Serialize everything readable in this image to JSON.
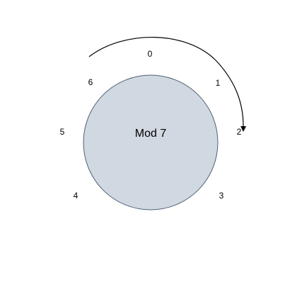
{
  "diagram": {
    "center_label": "Mod 7",
    "numbers": [
      "0",
      "1",
      "2",
      "3",
      "4",
      "5",
      "6"
    ],
    "circle_fill": "#d0d8e1",
    "circle_stroke": "#4f6174",
    "arrow_color": "#000000",
    "arrow_from": "6",
    "arrow_to": "2"
  }
}
